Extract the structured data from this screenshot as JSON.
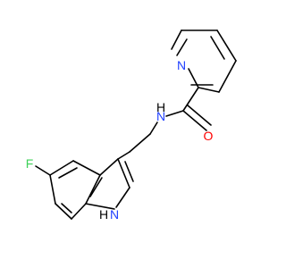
{
  "molecule": {
    "atoms": {
      "pyridine_n": "N",
      "amide_n": "N",
      "amide_h": "H",
      "carbonyl_o": "O",
      "fluorine": "F",
      "indole_n": "N",
      "indole_h": "H"
    },
    "colors": {
      "bond": "#000000",
      "nitrogen": "#1f3fff",
      "oxygen": "#ff0000",
      "fluorine": "#3fd15a",
      "hydrogen": "#000000",
      "background": "#ffffff"
    }
  }
}
